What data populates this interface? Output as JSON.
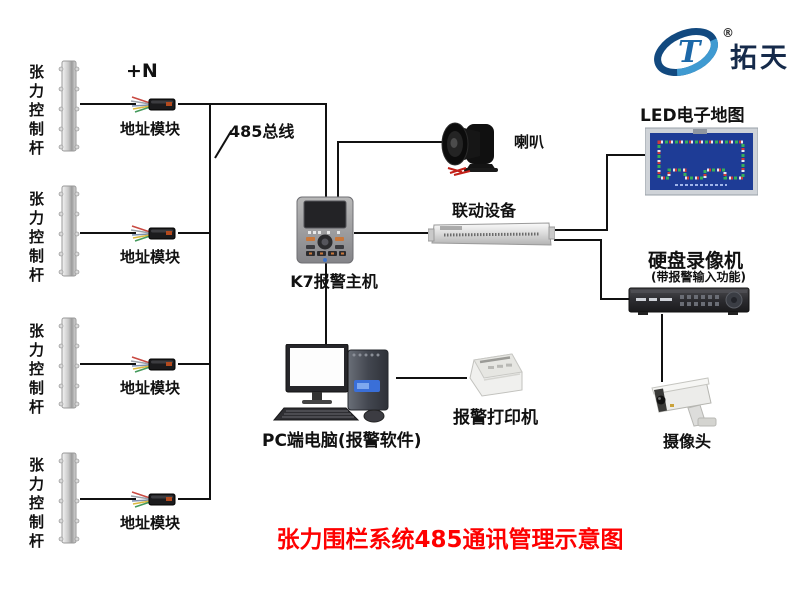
{
  "header": {
    "logo_brand": "拓天",
    "logo_registered": "®"
  },
  "annotations": {
    "plus_n": "+N",
    "bus_label": "485总线"
  },
  "poles": [
    {
      "label": "张力控制杆"
    },
    {
      "label": "张力控制杆"
    },
    {
      "label": "张力控制杆"
    },
    {
      "label": "张力控制杆"
    }
  ],
  "modules": [
    {
      "label": "地址模块"
    },
    {
      "label": "地址模块"
    },
    {
      "label": "地址模块"
    },
    {
      "label": "地址模块"
    }
  ],
  "devices": {
    "k7_host": {
      "label": "K7报警主机"
    },
    "speaker": {
      "label": "喇叭"
    },
    "linkage": {
      "label": "联动设备"
    },
    "led_map": {
      "label": "LED电子地图"
    },
    "dvr": {
      "label": "硬盘录像机",
      "note": "(带报警输入功能)"
    },
    "camera": {
      "label": "摄像头"
    },
    "pc": {
      "label": "PC端电脑(报警软件)"
    },
    "printer": {
      "label": "报警打印机"
    }
  },
  "footer": {
    "title": "张力围栏系统485通讯管理示意图"
  },
  "colors": {
    "line": "#111111",
    "title_red": "#fe0000",
    "logo_dark_blue": "#12497f",
    "logo_light_blue": "#3f9ad1",
    "led_board_blue": "#1e3c96"
  }
}
